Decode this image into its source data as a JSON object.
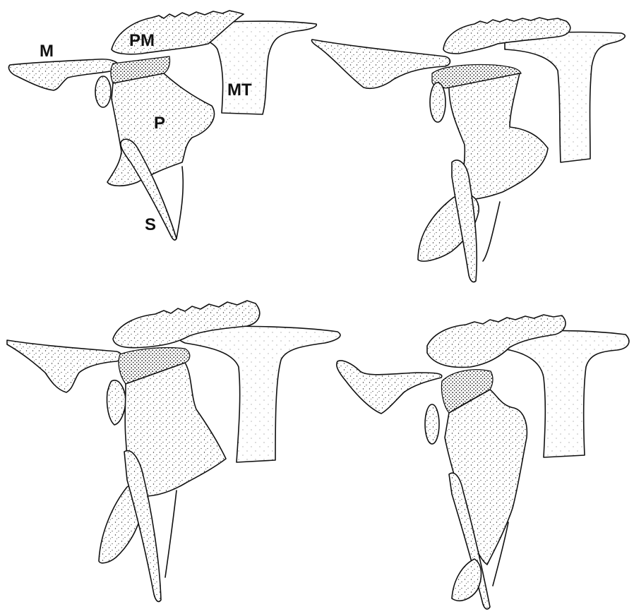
{
  "labels": {
    "m": "M",
    "pm": "PM",
    "mt": "MT",
    "p": "P",
    "s": "S"
  },
  "colors": {
    "ink": "#111111",
    "paper": "#ffffff"
  }
}
